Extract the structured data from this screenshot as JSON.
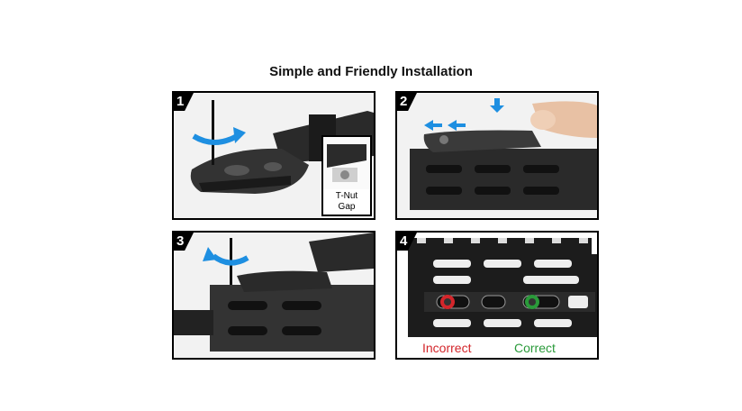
{
  "title": "Simple and Friendly Installation",
  "steps": [
    {
      "number": "1",
      "inset_label_line1": "T-Nut",
      "inset_label_line2": "Gap"
    },
    {
      "number": "2"
    },
    {
      "number": "3"
    },
    {
      "number": "4",
      "incorrect_label": "Incorrect",
      "correct_label": "Correct"
    }
  ],
  "colors": {
    "arrow_blue": "#1e8fe1",
    "incorrect_red": "#d3262b",
    "correct_green": "#2a9a3a",
    "rail_black": "#1c1c1c"
  }
}
